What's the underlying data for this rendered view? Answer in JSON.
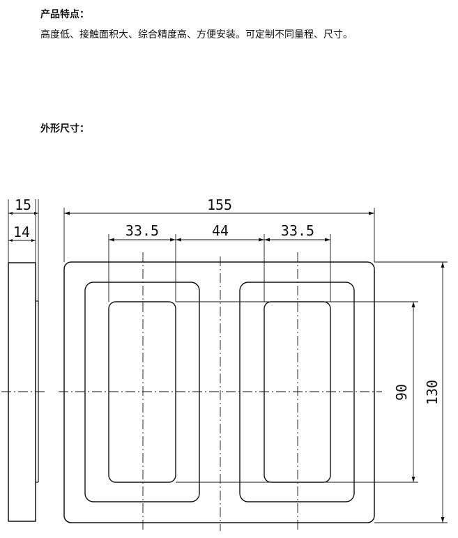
{
  "features": {
    "title": "产品特点：",
    "text": "高度低、接触面积大、综合精度高、方便安装。可定制不同量程、尺寸。"
  },
  "dimensions_section": {
    "title": "外形尺寸："
  },
  "drawing": {
    "dims": {
      "side_width_outer": "15",
      "side_width_inner": "14",
      "total_width": "155",
      "pad_left_width": "33.5",
      "center_gap": "44",
      "pad_right_width": "33.5",
      "inner_height": "90",
      "total_height": "130"
    }
  }
}
